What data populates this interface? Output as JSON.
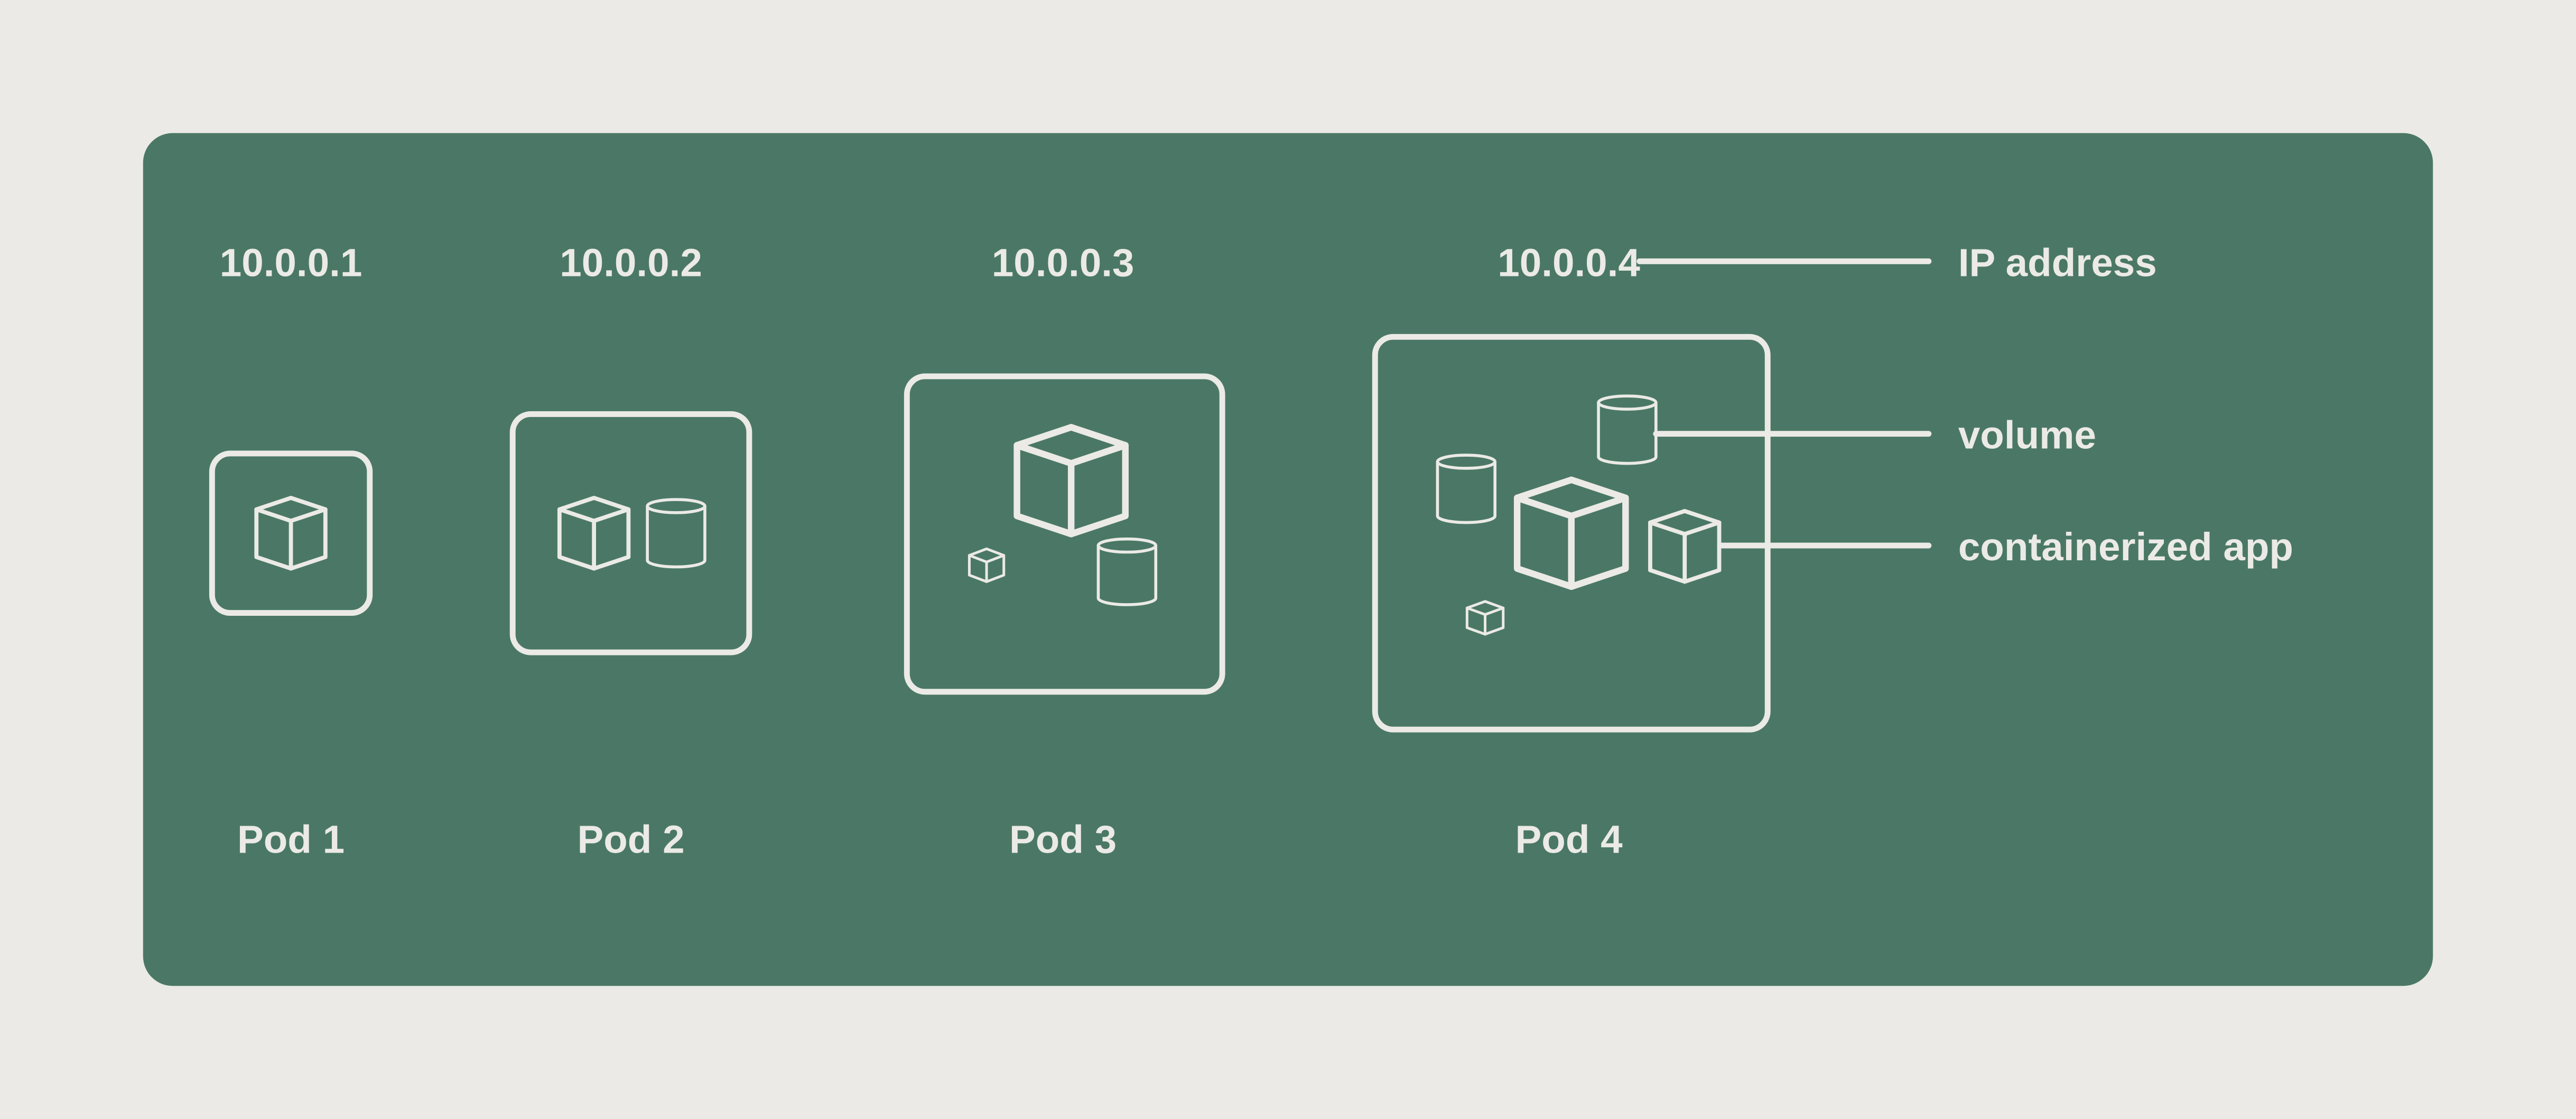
{
  "colors": {
    "background": "#ebeae6",
    "panel": "#4b7866",
    "foreground": "#ebeae6"
  },
  "pods": [
    {
      "ip": "10.0.0.1",
      "label": "Pod 1"
    },
    {
      "ip": "10.0.0.2",
      "label": "Pod 2"
    },
    {
      "ip": "10.0.0.3",
      "label": "Pod 3"
    },
    {
      "ip": "10.0.0.4",
      "label": "Pod 4"
    }
  ],
  "legend": {
    "ip_address": "IP address",
    "volume": "volume",
    "containerized_app": "containerized app"
  }
}
